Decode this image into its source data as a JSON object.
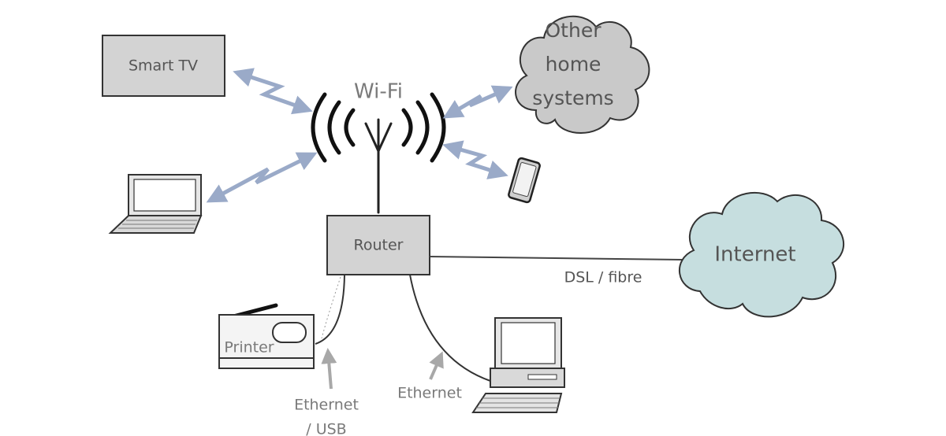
{
  "labels": {
    "smart_tv": "Smart TV",
    "wifi": "Wi-Fi",
    "other_home_line1": "Other",
    "other_home_line2": "home",
    "other_home_line3": "systems",
    "router": "Router",
    "internet": "Internet",
    "dsl": "DSL / fibre",
    "printer": "Printer",
    "ethernet_usb_line1": "Ethernet",
    "ethernet_usb_line2": "/ USB",
    "ethernet": "Ethernet"
  },
  "colors": {
    "box_fill": "#d3d3d3",
    "other_cloud_fill": "#c9c9c9",
    "internet_cloud_fill": "#c6dedf",
    "wireless_arrow": "#9aaac8",
    "cable_arrow": "#a8a8a8",
    "outline": "#333333"
  }
}
